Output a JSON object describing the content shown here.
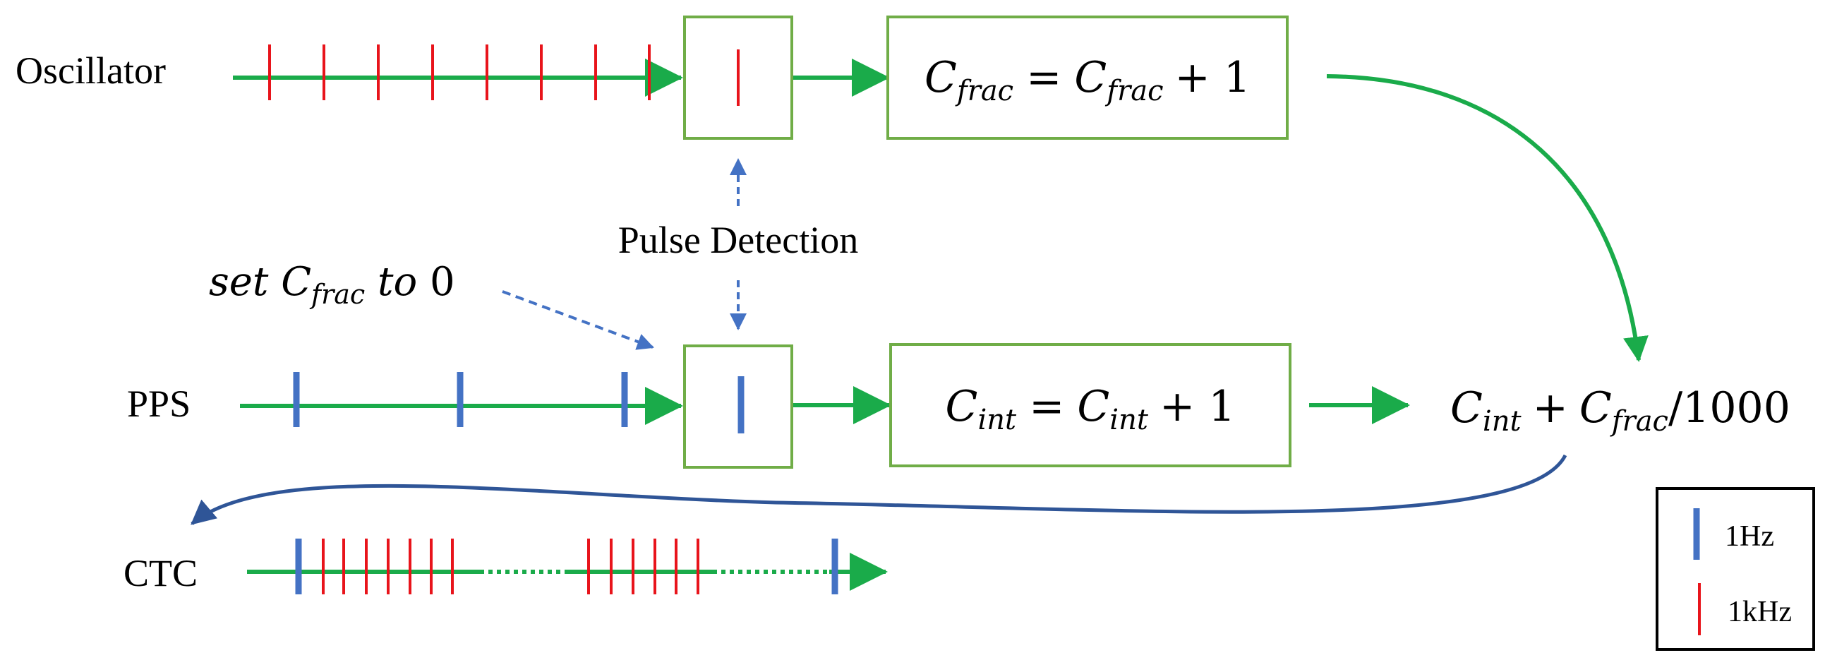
{
  "labels": {
    "oscillator": "Oscillator",
    "pps": "PPS",
    "ctc": "CTC",
    "pulse_detection": "Pulse Detection"
  },
  "formulas": {
    "cfrac_update": {
      "c": "C",
      "sub": "frac",
      "eq": "=",
      "plus_one": "+ 1"
    },
    "cint_update": {
      "c": "C",
      "sub": "int",
      "eq": "=",
      "plus_one": "+ 1"
    },
    "result": {
      "c": "C",
      "int_sub": "int",
      "plus": "+",
      "frac_sub": "frac",
      "divisor": "/1000"
    },
    "reset": {
      "prefix": "set ",
      "c": "C",
      "sub": "frac",
      "middle": " to ",
      "value": "0"
    }
  },
  "legend": {
    "hz1": "1Hz",
    "khz1": "1kHz"
  },
  "colors": {
    "signal_line": "#1aab4a",
    "box_border": "#70ad47",
    "pulse_1khz": "#e8141b",
    "pulse_1hz": "#4472c4",
    "detection_arrow": "#4472c4",
    "feedback_curve": "#2f5597"
  }
}
